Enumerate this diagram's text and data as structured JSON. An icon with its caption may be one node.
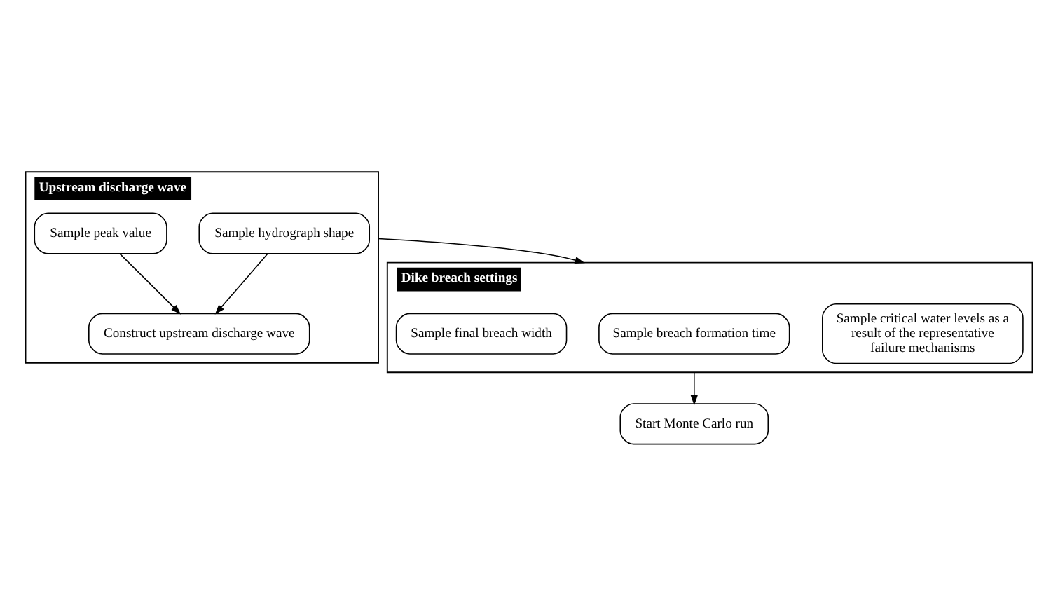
{
  "diagram": {
    "nodes": [
      {
        "text": [
          "Upstream discharge wave"
        ]
      },
      {
        "text": [
          "Sample peak value"
        ],
        "in": 0
      },
      {
        "text": [
          "Sample hydrograph shape"
        ],
        "in": 0
      },
      {
        "text": [
          "Construct upstream discharge wave"
        ],
        "in": 0
      },
      {
        "text": [
          "Dike breach settings"
        ]
      },
      {
        "text": [
          "Sample critical water levels as a result of the representative failure mechanisms"
        ],
        "in": 4
      },
      {
        "text": [
          "Sample breach formation time"
        ],
        "in": 4
      },
      {
        "text": [
          "Sample final breach width"
        ],
        "in": 4
      },
      {
        "text": [
          "Start Monte Carlo run"
        ]
      }
    ],
    "edges": [
      {
        "from": 1,
        "to": 3,
        "arrow": "to"
      },
      {
        "from": 2,
        "to": 3,
        "arrow": "to"
      },
      {
        "from": 0,
        "to": 4,
        "arrow": "to"
      },
      {
        "from": 4,
        "to": 8,
        "arrow": "to"
      }
    ]
  }
}
